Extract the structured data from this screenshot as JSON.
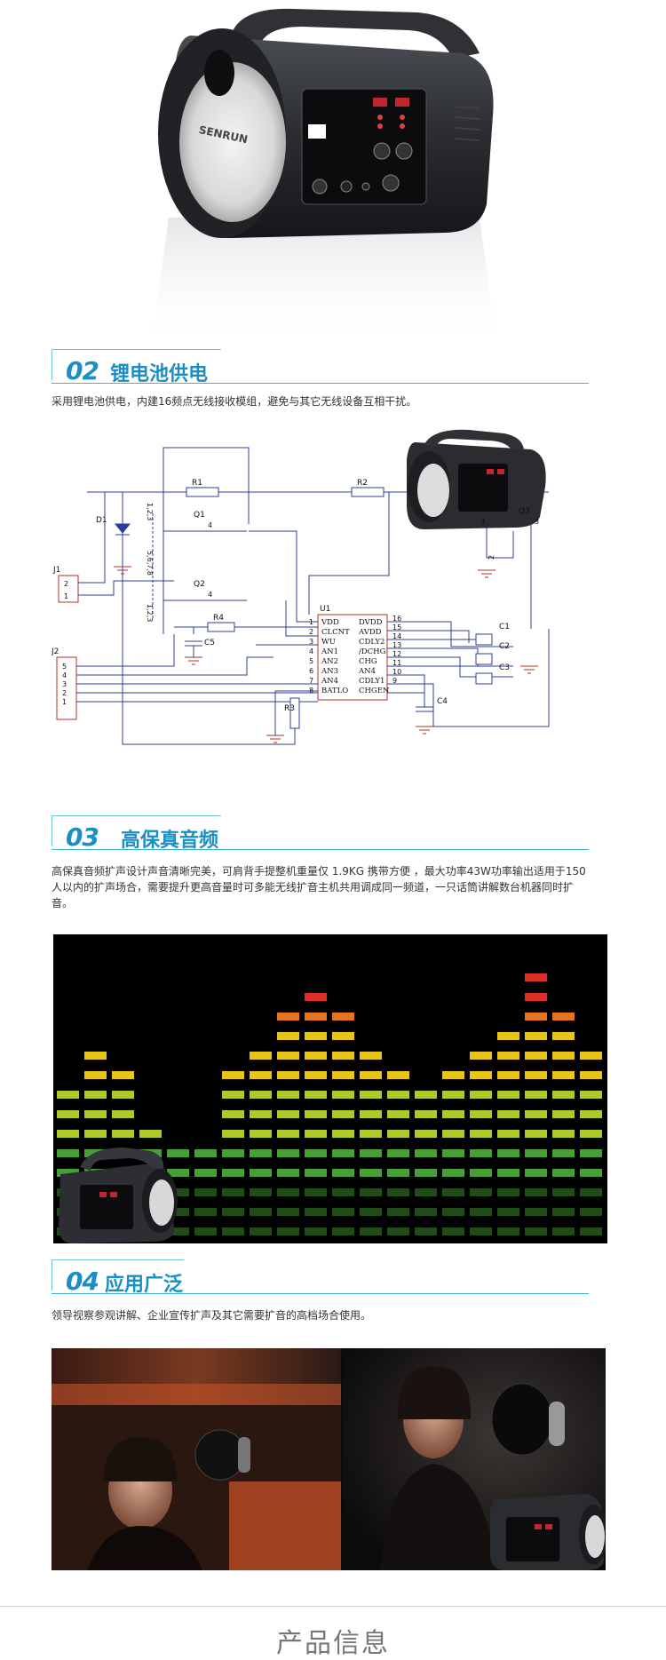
{
  "hero": {
    "brand_text": "SENRUN"
  },
  "sections": [
    {
      "num": "02",
      "title": "锂电池供电",
      "desc": "采用锂电池供电，内建16频点无线接收模组，避免与其它无线设备互相干扰。"
    },
    {
      "num": "03",
      "title": "高保真音频",
      "desc": "高保真音频扩声设计声音清晰完美，可肩背手提整机重量仅 1.9KG 携带方便 ，最大功率43W功率输出适用于150人以内的扩声场合，需要提升更高音量时可多能无线扩音主机共用调成同一频道，一只话筒讲解数台机器同时扩音。"
    },
    {
      "num": "04",
      "title": "应用广泛",
      "desc": "领导视察参观讲解、企业宣传扩声及其它需要扩音的高档场合使用。"
    }
  ],
  "circuit": {
    "labels": {
      "r1": "R1",
      "r2": "R2",
      "r3": "R3",
      "r4": "R4",
      "q1": "Q1",
      "q2": "Q2",
      "q3": "Q3",
      "d1": "D1",
      "j1": "J1",
      "j2": "J2",
      "u1": "U1",
      "c1": "C1",
      "c2": "C2",
      "c3": "C3",
      "c4": "C4",
      "c5": "C5"
    },
    "left_pins": [
      "VDD",
      "CLCNT",
      "WU",
      "AN1",
      "AN2",
      "AN3",
      "AN4",
      "BATLO"
    ],
    "right_pins": [
      "DVDD",
      "AVDD",
      "CDLY2",
      "/DCHG",
      "CHG",
      "AN4",
      "CDLY1",
      "CHGEN"
    ],
    "left_nums": [
      "1",
      "2",
      "3",
      "4",
      "5",
      "6",
      "7",
      "8"
    ],
    "right_nums": [
      "16",
      "15",
      "14",
      "13",
      "12",
      "11",
      "10",
      "9"
    ],
    "j1_pins": [
      "2",
      "1"
    ],
    "j2_pins": [
      "5",
      "4",
      "3",
      "2",
      "1"
    ],
    "q1_pins": [
      "1,2,3",
      "4"
    ],
    "q2_pins": [
      "5,6,7,8",
      "4",
      "1,2,3"
    ],
    "q3_pins": [
      "1",
      "3",
      "2"
    ]
  },
  "footer": {
    "title": "产品信息"
  }
}
